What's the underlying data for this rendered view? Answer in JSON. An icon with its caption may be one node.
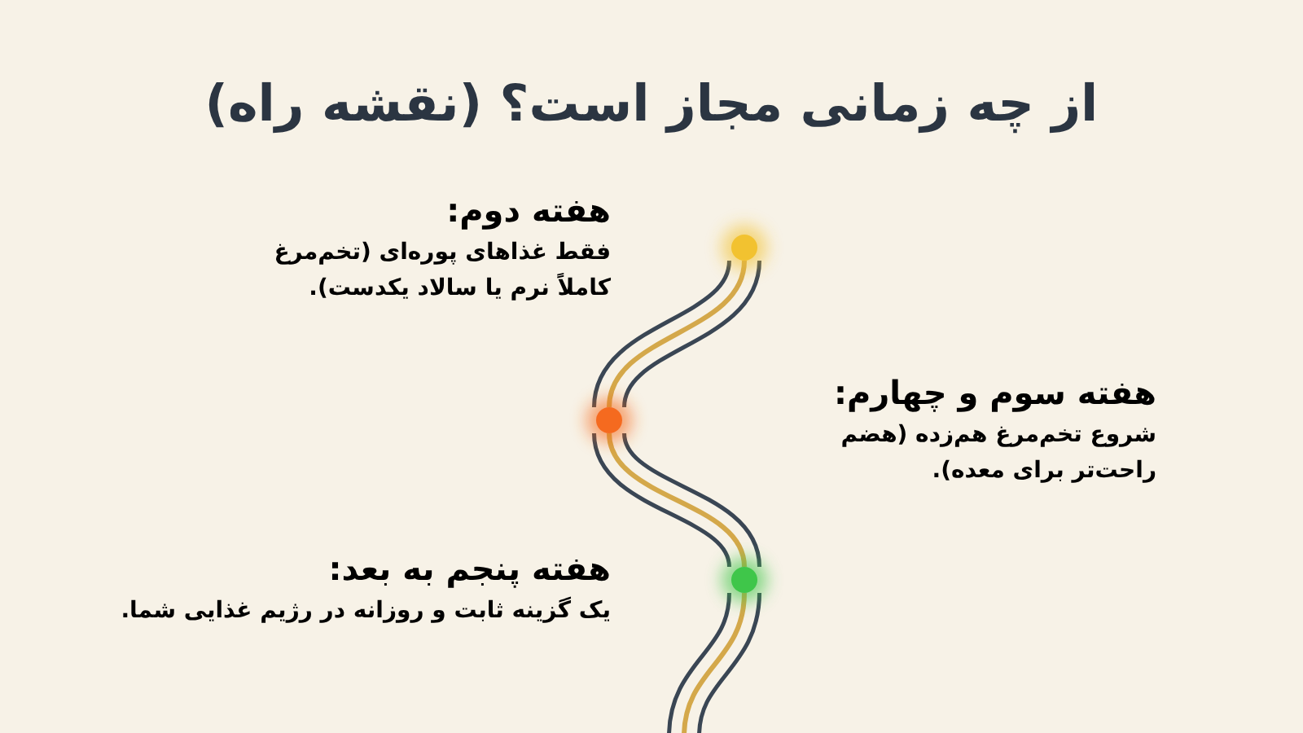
{
  "diagram": {
    "title": "از چه زمانی مجاز است؟ (نقشه راه)",
    "nodes": [
      {
        "text": [
          "هفته دوم:",
          "فقط غذاهای پوره‌ای (تخم‌مرغ کاملاً نرم یا سالاد یکدست)."
        ]
      },
      {
        "text": [
          "هفته سوم و چهارم:",
          "شروع تخم‌مرغ هم‌زده (هضم راحت‌تر برای معده)."
        ]
      },
      {
        "text": [
          "هفته پنجم به بعد:",
          "یک گزینه ثابت و روزانه در رژیم غذایی شما."
        ]
      },
      {
        "text": [],
        "shape": "circle"
      },
      {
        "text": [],
        "shape": "circle"
      },
      {
        "text": [],
        "shape": "circle"
      }
    ],
    "edges": [
      {
        "from": 3,
        "to": 4,
        "arrow": "none"
      },
      {
        "from": 4,
        "to": 5,
        "arrow": "none"
      },
      {
        "from": 5,
        "to": null,
        "arrow": "none"
      }
    ]
  }
}
